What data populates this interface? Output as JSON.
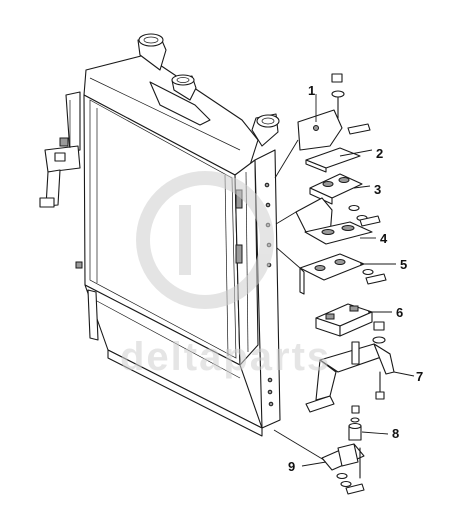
{
  "watermark": {
    "text": "deltaparts",
    "logo": "dp-logo-circle"
  },
  "callouts": [
    {
      "number": "1"
    },
    {
      "number": "2"
    },
    {
      "number": "3"
    },
    {
      "number": "4"
    },
    {
      "number": "5"
    },
    {
      "number": "6"
    },
    {
      "number": "7"
    },
    {
      "number": "8"
    },
    {
      "number": "9"
    }
  ]
}
